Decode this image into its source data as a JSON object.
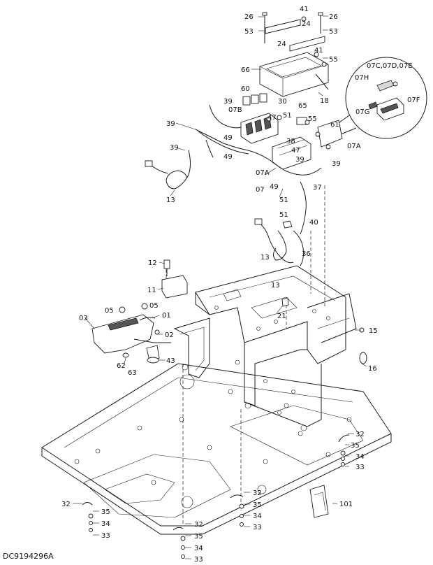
{
  "drawing_code": "DC9194296A",
  "callouts": [
    {
      "id": "c26a",
      "text": "26"
    },
    {
      "id": "c41a",
      "text": "41"
    },
    {
      "id": "c26b",
      "text": "26"
    },
    {
      "id": "c53a",
      "text": "53"
    },
    {
      "id": "c24a",
      "text": "24"
    },
    {
      "id": "c53b",
      "text": "53"
    },
    {
      "id": "c24b",
      "text": "24"
    },
    {
      "id": "c41b",
      "text": "41"
    },
    {
      "id": "c55a",
      "text": "55"
    },
    {
      "id": "c66",
      "text": "66"
    },
    {
      "id": "c18",
      "text": "18"
    },
    {
      "id": "c07cde",
      "text": "07C,07D,07E"
    },
    {
      "id": "c07h",
      "text": "07H"
    },
    {
      "id": "c07g",
      "text": "07G"
    },
    {
      "id": "c07f",
      "text": "07F"
    },
    {
      "id": "c60",
      "text": "60"
    },
    {
      "id": "c39a",
      "text": "39"
    },
    {
      "id": "c07b",
      "text": "07B"
    },
    {
      "id": "c30",
      "text": "30"
    },
    {
      "id": "c65",
      "text": "65"
    },
    {
      "id": "c47a",
      "text": "47"
    },
    {
      "id": "c51a",
      "text": "51"
    },
    {
      "id": "c55b",
      "text": "55"
    },
    {
      "id": "c61",
      "text": "61"
    },
    {
      "id": "c39b",
      "text": "39"
    },
    {
      "id": "c49a",
      "text": "49"
    },
    {
      "id": "c38",
      "text": "38"
    },
    {
      "id": "c47b",
      "text": "47"
    },
    {
      "id": "c39c",
      "text": "39"
    },
    {
      "id": "c49b",
      "text": "49"
    },
    {
      "id": "c07a1",
      "text": "07A"
    },
    {
      "id": "c39d",
      "text": "39"
    },
    {
      "id": "c39e",
      "text": "39"
    },
    {
      "id": "c07a2",
      "text": "07A"
    },
    {
      "id": "c07",
      "text": "07"
    },
    {
      "id": "c49c",
      "text": "49"
    },
    {
      "id": "c37",
      "text": "37"
    },
    {
      "id": "c51b",
      "text": "51"
    },
    {
      "id": "c13a",
      "text": "13"
    },
    {
      "id": "c51c",
      "text": "51"
    },
    {
      "id": "c40",
      "text": "40"
    },
    {
      "id": "c13b",
      "text": "13"
    },
    {
      "id": "c36",
      "text": "36"
    },
    {
      "id": "c13c",
      "text": "13"
    },
    {
      "id": "c12",
      "text": "12"
    },
    {
      "id": "c11",
      "text": "11"
    },
    {
      "id": "c21",
      "text": "21"
    },
    {
      "id": "c05a",
      "text": "05"
    },
    {
      "id": "c05b",
      "text": "05"
    },
    {
      "id": "c03",
      "text": "03"
    },
    {
      "id": "c01",
      "text": "01"
    },
    {
      "id": "c02",
      "text": "02"
    },
    {
      "id": "c15",
      "text": "15"
    },
    {
      "id": "c16",
      "text": "16"
    },
    {
      "id": "c43",
      "text": "43"
    },
    {
      "id": "c62",
      "text": "62"
    },
    {
      "id": "c63",
      "text": "63"
    },
    {
      "id": "c32a",
      "text": "32"
    },
    {
      "id": "c35a",
      "text": "35"
    },
    {
      "id": "c34a",
      "text": "34"
    },
    {
      "id": "c33a",
      "text": "33"
    },
    {
      "id": "c32b",
      "text": "32"
    },
    {
      "id": "c35b",
      "text": "35"
    },
    {
      "id": "c34b",
      "text": "34"
    },
    {
      "id": "c33b",
      "text": "33"
    },
    {
      "id": "c101",
      "text": "101"
    },
    {
      "id": "c32c",
      "text": "32"
    },
    {
      "id": "c35c",
      "text": "35"
    },
    {
      "id": "c34c",
      "text": "34"
    },
    {
      "id": "c33c",
      "text": "33"
    },
    {
      "id": "c32d",
      "text": "32"
    },
    {
      "id": "c35d",
      "text": "35"
    },
    {
      "id": "c34d",
      "text": "34"
    },
    {
      "id": "c33d",
      "text": "33"
    }
  ]
}
